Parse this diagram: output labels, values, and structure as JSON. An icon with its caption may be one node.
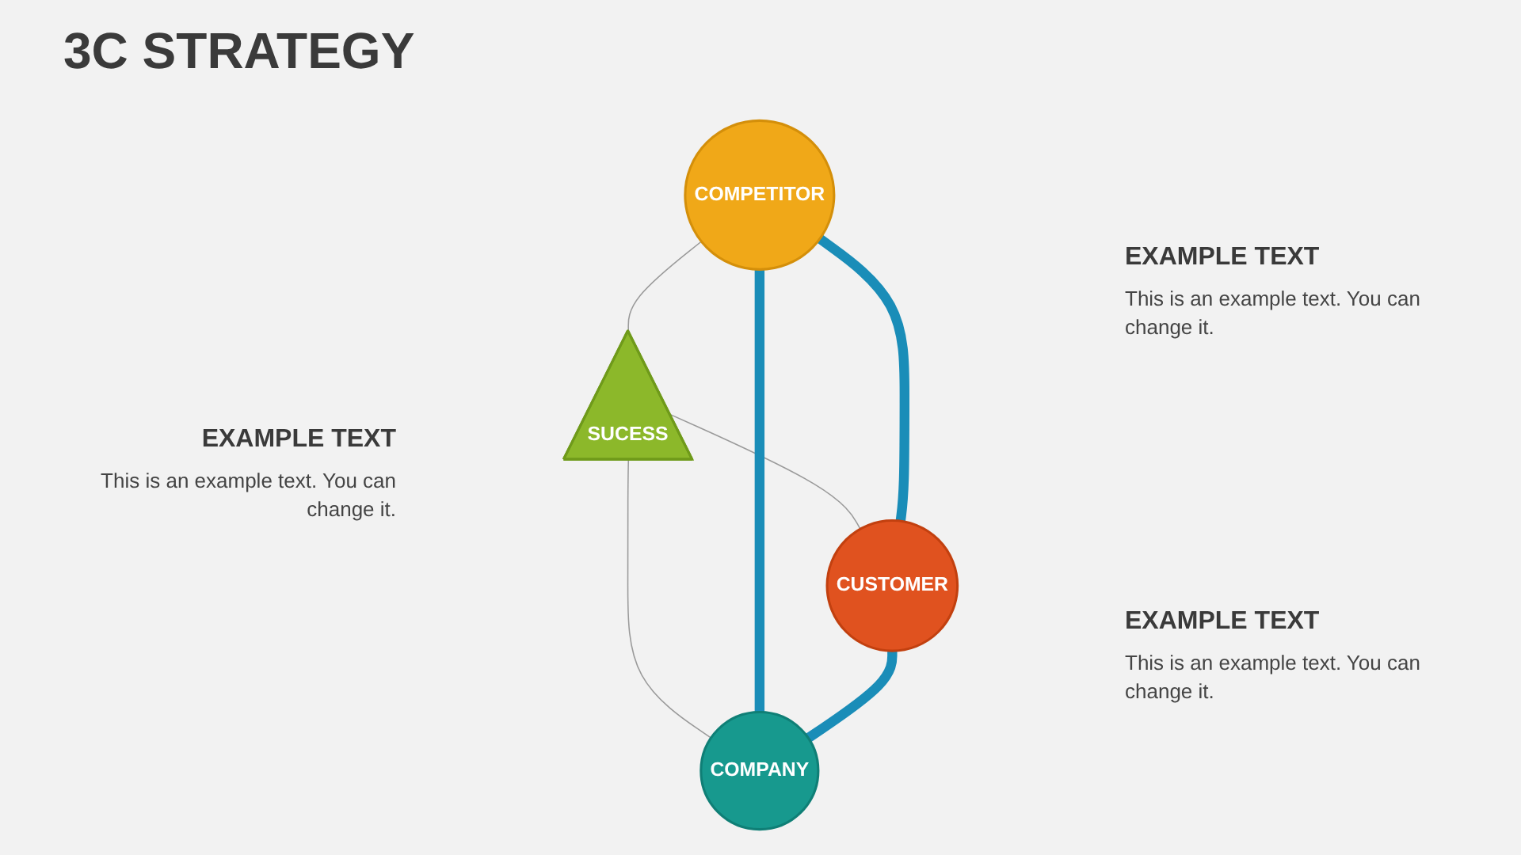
{
  "diagram": {
    "title": "3C STRATEGY",
    "nodes": [
      {
        "text": [
          "COMPETITOR"
        ],
        "beside": [
          "EXAMPLE TEXT",
          "This is an example text. You can change it."
        ]
      },
      {
        "text": [
          "SUCESS"
        ]
      },
      {
        "text": [
          "CUSTOMER"
        ],
        "beside": [
          "EXAMPLE TEXT",
          "This is an example text. You can change it."
        ]
      },
      {
        "text": [
          "COMPANY"
        ],
        "beside": [
          "EXAMPLE TEXT",
          "This is an example text. You can change it."
        ]
      }
    ],
    "edges": [
      {
        "from": 0,
        "to": 1,
        "arrow": "none",
        "color": "#9a9a9a"
      },
      {
        "from": 1,
        "to": 2,
        "arrow": "none",
        "color": "#9a9a9a"
      },
      {
        "from": 1,
        "to": 3,
        "arrow": "none",
        "color": "#9a9a9a"
      },
      {
        "from": 0,
        "to": 2,
        "arrow": "none",
        "style": "thick",
        "color": "#1a8db8"
      },
      {
        "from": 0,
        "to": 3,
        "arrow": "none",
        "style": "thick",
        "color": "#1a8db8"
      },
      {
        "from": 2,
        "to": 3,
        "arrow": "none",
        "style": "thick",
        "color": "#1a8db8"
      }
    ]
  }
}
